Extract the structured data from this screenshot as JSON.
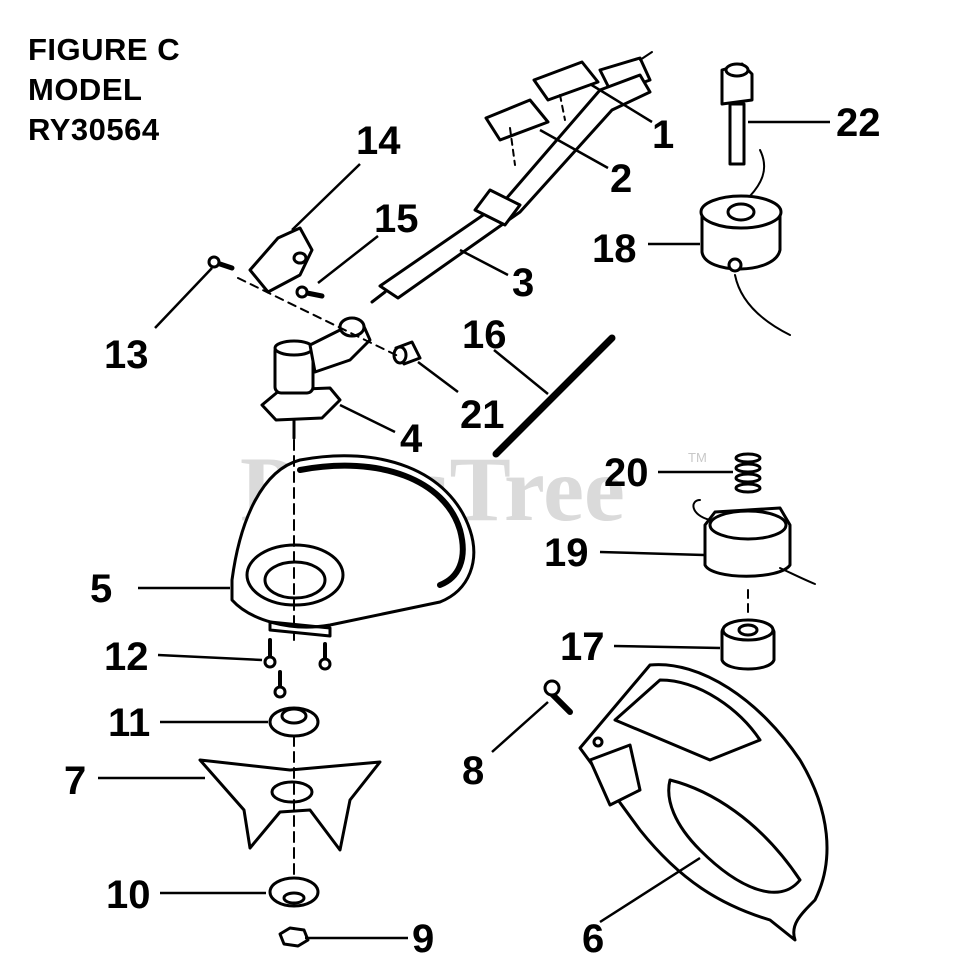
{
  "title": {
    "line1": "FIGURE C",
    "line2": "MODEL",
    "line3": "RY30564"
  },
  "watermark": {
    "text": "PartsTree",
    "trademark": "TM"
  },
  "callouts": {
    "p1": "1",
    "p2": "2",
    "p3": "3",
    "p4": "4",
    "p5": "5",
    "p6": "6",
    "p7": "7",
    "p8": "8",
    "p9": "9",
    "p10": "10",
    "p11": "11",
    "p12": "12",
    "p13": "13",
    "p14": "14",
    "p15": "15",
    "p16": "16",
    "p17": "17",
    "p18": "18",
    "p19": "19",
    "p20": "20",
    "p21": "21",
    "p22": "22"
  },
  "colors": {
    "line": "#000000",
    "watermark": "#dadada",
    "background": "#ffffff"
  }
}
